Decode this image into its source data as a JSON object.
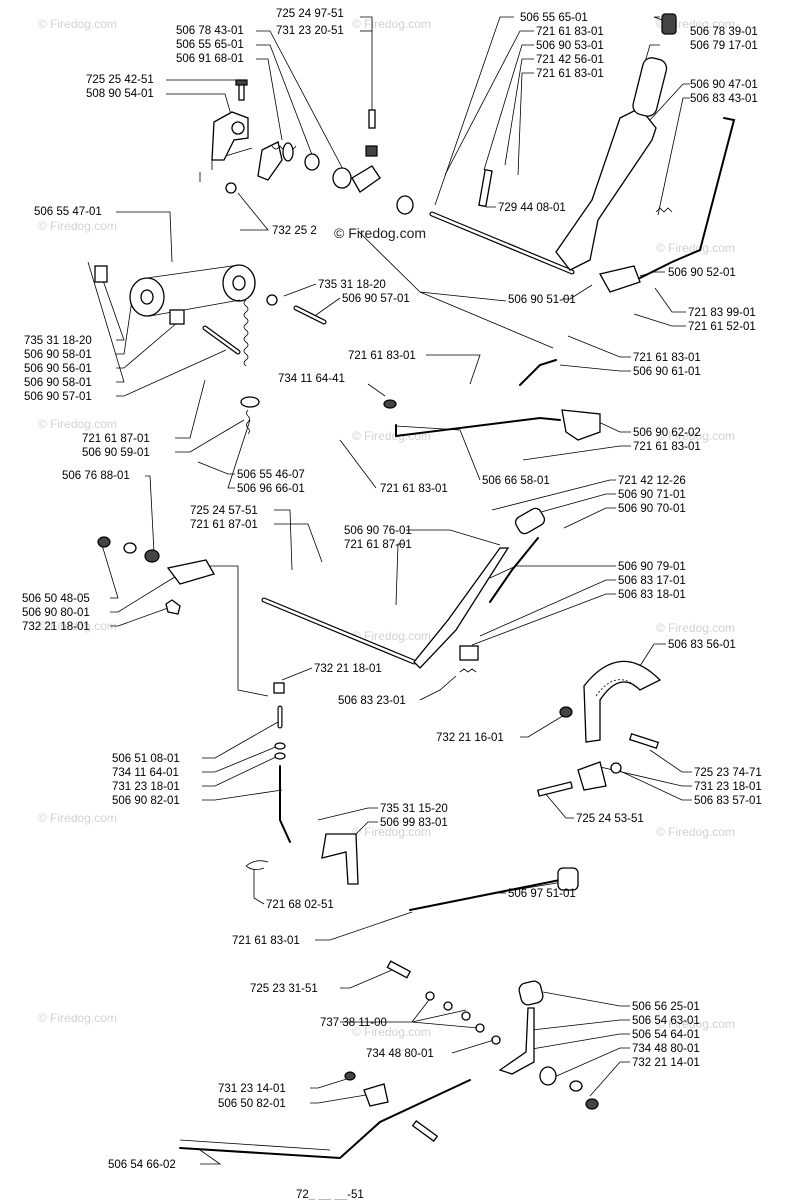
{
  "watermark": {
    "text": "© Firedog.com",
    "center_text": "© Firedog.com"
  },
  "labels": [
    {
      "id": "l01",
      "text": "725 24 97-51"
    },
    {
      "id": "l02",
      "text": "506 78 43-01"
    },
    {
      "id": "l03",
      "text": "731 23 20-51"
    },
    {
      "id": "l04",
      "text": "506 55 65-01"
    },
    {
      "id": "l05",
      "text": "506 91 68-01"
    },
    {
      "id": "l06",
      "text": "725 25 42-51"
    },
    {
      "id": "l07",
      "text": "508 90 54-01"
    },
    {
      "id": "l08",
      "text": "506 55 65-01"
    },
    {
      "id": "l09",
      "text": "721 61 83-01"
    },
    {
      "id": "l10",
      "text": "506 90 53-01"
    },
    {
      "id": "l11",
      "text": "721 42 56-01"
    },
    {
      "id": "l12",
      "text": "721 61 83-01"
    },
    {
      "id": "l13",
      "text": "506 78 39-01"
    },
    {
      "id": "l14",
      "text": "506 79 17-01"
    },
    {
      "id": "l15",
      "text": "506 90 47-01"
    },
    {
      "id": "l16",
      "text": "506 83 43-01"
    },
    {
      "id": "l17",
      "text": "729 44 08-01"
    },
    {
      "id": "l18",
      "text": "506 55 47-01"
    },
    {
      "id": "l19",
      "text": "732 25 2"
    },
    {
      "id": "l20",
      "text": "506 90 52-01"
    },
    {
      "id": "l21",
      "text": "735 31 18-20"
    },
    {
      "id": "l22",
      "text": "506 90 57-01"
    },
    {
      "id": "l23",
      "text": "506 90 51-01"
    },
    {
      "id": "l24",
      "text": "721 83 99-01"
    },
    {
      "id": "l25",
      "text": "721 61 52-01"
    },
    {
      "id": "l26",
      "text": "735 31 18-20"
    },
    {
      "id": "l27",
      "text": "506 90 58-01"
    },
    {
      "id": "l28",
      "text": "506 90 56-01"
    },
    {
      "id": "l29",
      "text": "506 90 58-01"
    },
    {
      "id": "l30",
      "text": "506 90 57-01"
    },
    {
      "id": "l31",
      "text": "721 61 83-01"
    },
    {
      "id": "l32",
      "text": "721 61 83-01"
    },
    {
      "id": "l33",
      "text": "506 90 61-01"
    },
    {
      "id": "l34",
      "text": "734 11 64-41"
    },
    {
      "id": "l35",
      "text": "721 61 87-01"
    },
    {
      "id": "l36",
      "text": "506 90 59-01"
    },
    {
      "id": "l37",
      "text": "506 90 62-02"
    },
    {
      "id": "l38",
      "text": "721 61 83-01"
    },
    {
      "id": "l39",
      "text": "506 55 46-07"
    },
    {
      "id": "l40",
      "text": "506 96 66-01"
    },
    {
      "id": "l41",
      "text": "721 61 83-01"
    },
    {
      "id": "l42",
      "text": "506 66 58-01"
    },
    {
      "id": "l43",
      "text": "506 76 88-01"
    },
    {
      "id": "l44",
      "text": "721 42 12-26"
    },
    {
      "id": "l45",
      "text": "506 90 71-01"
    },
    {
      "id": "l46",
      "text": "506 90 70-01"
    },
    {
      "id": "l47",
      "text": "725 24 57-51"
    },
    {
      "id": "l48",
      "text": "721 61 87-01"
    },
    {
      "id": "l49",
      "text": "506 90 76-01"
    },
    {
      "id": "l50",
      "text": "721 61 87-01"
    },
    {
      "id": "l51",
      "text": "506 90 79-01"
    },
    {
      "id": "l52",
      "text": "506 83 17-01"
    },
    {
      "id": "l53",
      "text": "506 83 18-01"
    },
    {
      "id": "l54",
      "text": "506 50 48-05"
    },
    {
      "id": "l55",
      "text": "506 90 80-01"
    },
    {
      "id": "l56",
      "text": "732 21 18-01"
    },
    {
      "id": "l57",
      "text": "506 83 56-01"
    },
    {
      "id": "l58",
      "text": "732 21 18-01"
    },
    {
      "id": "l59",
      "text": "506 83 23-01"
    },
    {
      "id": "l60",
      "text": "732 21 16-01"
    },
    {
      "id": "l61",
      "text": "506 51 08-01"
    },
    {
      "id": "l62",
      "text": "734 11 64-01"
    },
    {
      "id": "l63",
      "text": "731 23 18-01"
    },
    {
      "id": "l64",
      "text": "506 90 82-01"
    },
    {
      "id": "l65",
      "text": "725 23 74-71"
    },
    {
      "id": "l66",
      "text": "731 23 18-01"
    },
    {
      "id": "l67",
      "text": "506 83 57-01"
    },
    {
      "id": "l68",
      "text": "725 24 53-51"
    },
    {
      "id": "l69",
      "text": "735 31 15-20"
    },
    {
      "id": "l70",
      "text": "506 99 83-01"
    },
    {
      "id": "l71",
      "text": "506 97 51-01"
    },
    {
      "id": "l72",
      "text": "721 68 02-51"
    },
    {
      "id": "l73",
      "text": "721 61 83-01"
    },
    {
      "id": "l74",
      "text": "725 23 31-51"
    },
    {
      "id": "l75",
      "text": "506 56 25-01"
    },
    {
      "id": "l76",
      "text": "737 38 11-00"
    },
    {
      "id": "l77",
      "text": "506 54 63-01"
    },
    {
      "id": "l78",
      "text": "506 54 64-01"
    },
    {
      "id": "l79",
      "text": "734 48 80-01"
    },
    {
      "id": "l80",
      "text": "734 48 80-01"
    },
    {
      "id": "l81",
      "text": "732 21 14-01"
    },
    {
      "id": "l82",
      "text": "731 23 14-01"
    },
    {
      "id": "l83",
      "text": "506 50 82-01"
    },
    {
      "id": "l84",
      "text": "506 54 66-02"
    },
    {
      "id": "l85",
      "text": "72_ __ __-51"
    }
  ]
}
